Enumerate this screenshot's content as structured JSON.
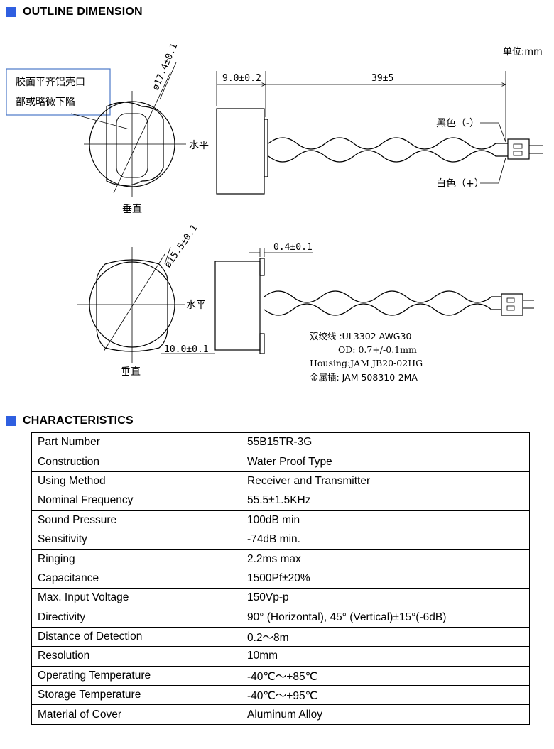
{
  "sections": {
    "outline_title": "OUTLINE DIMENSION",
    "characteristics_title": "CHARACTERISTICS"
  },
  "drawing": {
    "unit_label": "单位:mm",
    "note_line1": "胶面平齐铝壳口",
    "note_line2": "部或略微下陷",
    "top_view": {
      "diameter": "ø17.4±0.1",
      "horizontal": "水平",
      "vertical": "垂直",
      "width_dim": "9.0±0.2",
      "length_dim": "39±5",
      "black_wire": "黑色（-）",
      "white_wire": "白色（+）"
    },
    "bottom_view": {
      "diameter": "ø15.5±0.1",
      "horizontal": "水平",
      "vertical": "垂直",
      "flange_dim": "0.4±0.1",
      "base_dim": "10.0±0.1"
    },
    "wire_spec": {
      "line1": "双绞线 :UL3302 AWG30",
      "line2": "OD: 0.7+/-0.1mm",
      "line3": "Housing:JAM JB20-02HG",
      "line4": "金属插: JAM 508310-2MA"
    }
  },
  "characteristics": [
    {
      "parameter": "Part Number",
      "value": "55B15TR-3G"
    },
    {
      "parameter": "Construction",
      "value": "Water Proof Type"
    },
    {
      "parameter": "Using Method",
      "value": "Receiver and Transmitter"
    },
    {
      "parameter": "Nominal Frequency",
      "value": "55.5±1.5KHz"
    },
    {
      "parameter": "Sound Pressure",
      "value": "100dB min"
    },
    {
      "parameter": "Sensitivity",
      "value": "-74dB min."
    },
    {
      "parameter": "Ringing",
      "value": "2.2ms max"
    },
    {
      "parameter": "Capacitance",
      "value": "1500Pf±20%"
    },
    {
      "parameter": "Max. Input Voltage",
      "value": "150Vp-p"
    },
    {
      "parameter": "Directivity",
      "value": "90° (Horizontal), 45° (Vertical)±15°(-6dB)"
    },
    {
      "parameter": "Distance of Detection",
      "value": "0.2～8m"
    },
    {
      "parameter": "Resolution",
      "value": "10mm"
    },
    {
      "parameter": "Operating Temperature",
      "value": "-40℃～+85℃"
    },
    {
      "parameter": "Storage Temperature",
      "value": "-40℃～+95℃"
    },
    {
      "parameter": "Material of Cover",
      "value": "Aluminum Alloy"
    }
  ],
  "colors": {
    "section_marker": "#2f5fe0",
    "note_box_border": "#4b78c8"
  }
}
